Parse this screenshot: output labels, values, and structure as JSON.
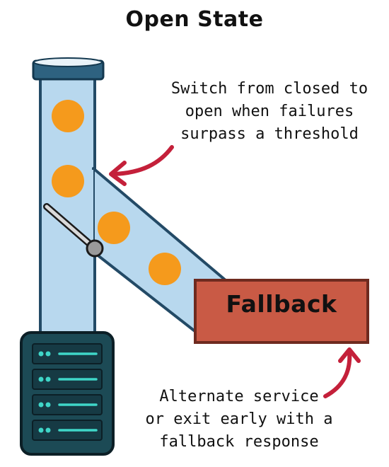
{
  "title": "Open State",
  "annotations": {
    "top": [
      "Switch from closed to",
      "open when failures",
      "surpass a threshold"
    ],
    "bottom": [
      "Alternate service",
      "or exit early with a",
      "fallback response"
    ]
  },
  "fallback_box": {
    "label": "Fallback"
  },
  "colors": {
    "pipe_fill": "#b8d8ee",
    "pipe_outline": "#234a66",
    "cap": "#2e6280",
    "ball": "#f59a1c",
    "fallback_fill": "#c95a45",
    "arrow": "#c4203a",
    "server_body": "#1c4a55",
    "server_light": "#3fd6c8"
  },
  "icons": [
    "pipe-cap-icon",
    "switch-lever-icon",
    "curved-arrow-icon",
    "server-rack-icon"
  ]
}
